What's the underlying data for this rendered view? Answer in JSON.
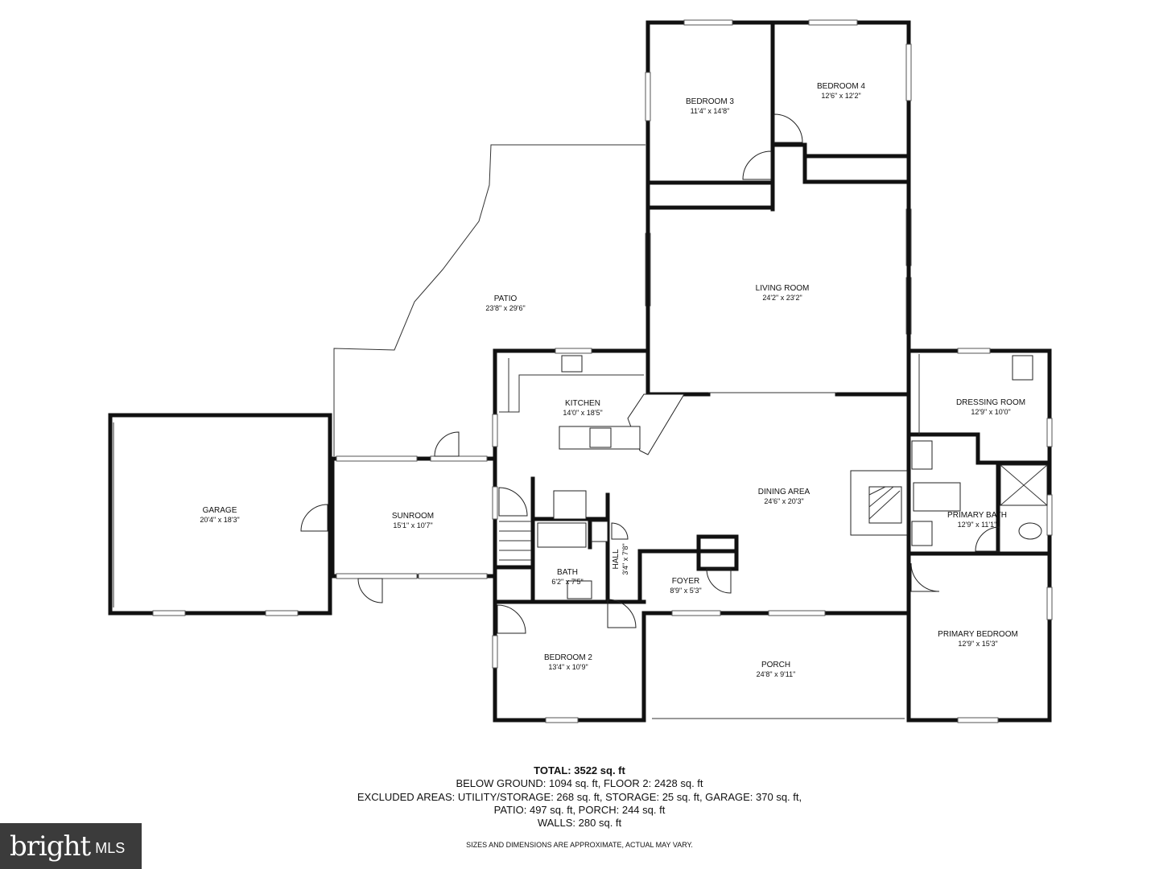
{
  "rooms": {
    "bedroom3": {
      "name": "BEDROOM 3",
      "dim": "11'4\" x 14'8\""
    },
    "bedroom4": {
      "name": "BEDROOM 4",
      "dim": "12'6\" x 12'2\""
    },
    "patio": {
      "name": "PATIO",
      "dim": "23'8\" x 29'6\""
    },
    "living": {
      "name": "LIVING ROOM",
      "dim": "24'2\" x 23'2\""
    },
    "kitchen": {
      "name": "KITCHEN",
      "dim": "14'0\" x 18'5\""
    },
    "dressing": {
      "name": "DRESSING ROOM",
      "dim": "12'9\" x 10'0\""
    },
    "garage": {
      "name": "GARAGE",
      "dim": "20'4\" x 18'3\""
    },
    "sunroom": {
      "name": "SUNROOM",
      "dim": "15'1\" x 10'7\""
    },
    "dining": {
      "name": "DINING AREA",
      "dim": "24'6\" x 20'3\""
    },
    "primary_bath": {
      "name": "PRIMARY BATH",
      "dim": "12'9\" x 11'1\""
    },
    "hall": {
      "name": "HALL",
      "dim": "3'4\" x 7'8\""
    },
    "bath": {
      "name": "BATH",
      "dim": "6'2\" x 7'5\""
    },
    "foyer": {
      "name": "FOYER",
      "dim": "8'9\" x 5'3\""
    },
    "primary_bedroom": {
      "name": "PRIMARY BEDROOM",
      "dim": "12'9\" x 15'3\""
    },
    "bedroom2": {
      "name": "BEDROOM 2",
      "dim": "13'4\" x 10'9\""
    },
    "porch": {
      "name": "PORCH",
      "dim": "24'8\" x 9'11\""
    }
  },
  "summary": {
    "total": "TOTAL: 3522 sq. ft",
    "line1": "BELOW GROUND: 1094 sq. ft, FLOOR 2: 2428 sq. ft",
    "line2": "EXCLUDED AREAS: UTILITY/STORAGE: 268 sq. ft, STORAGE: 25 sq. ft, GARAGE: 370 sq. ft,",
    "line3": "PATIO: 497 sq. ft, PORCH: 244 sq. ft",
    "line4": "WALLS: 280 sq. ft",
    "note": "SIZES AND DIMENSIONS ARE APPROXIMATE, ACTUAL MAY VARY."
  },
  "logo": {
    "word": "bright",
    "mls": "MLS"
  }
}
